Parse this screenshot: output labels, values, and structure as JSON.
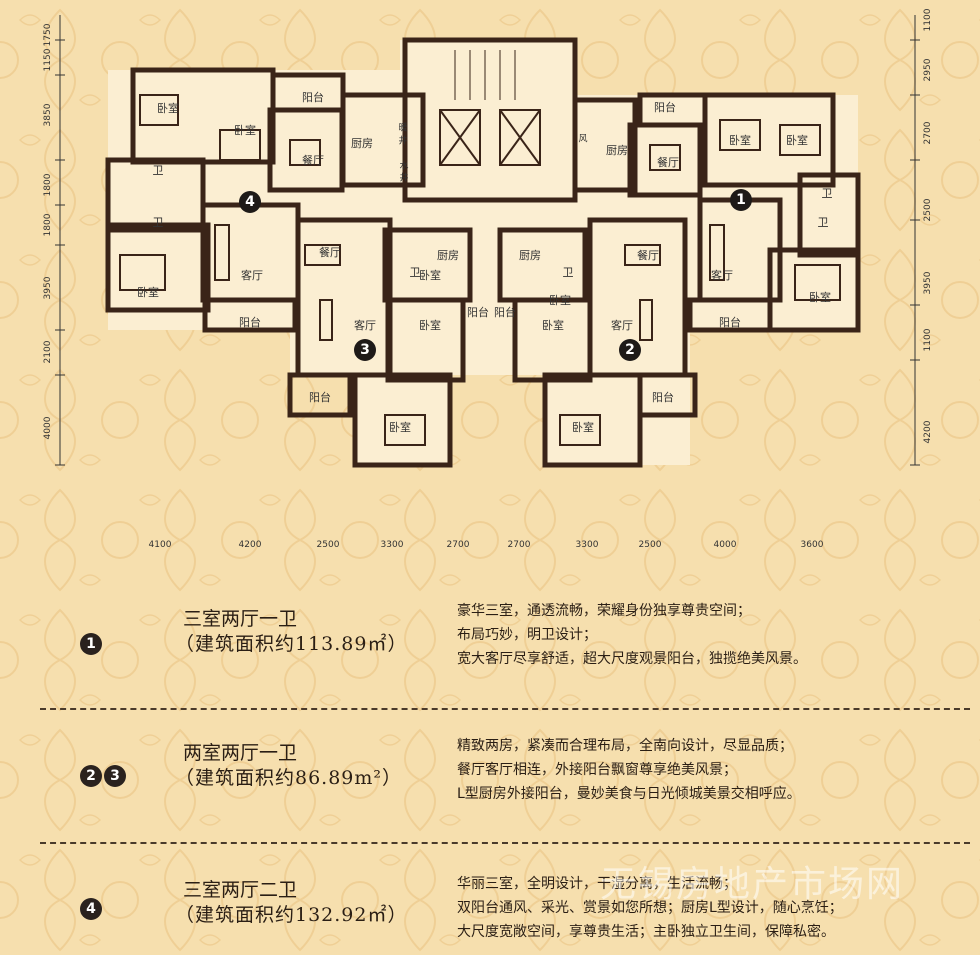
{
  "rooms": [
    {
      "id": "r1",
      "label": "卧室"
    },
    {
      "id": "r2",
      "label": "卧室"
    },
    {
      "id": "r3",
      "label": "阳台"
    },
    {
      "id": "r4",
      "label": "餐厅"
    },
    {
      "id": "r5",
      "label": "厨房"
    },
    {
      "id": "r6",
      "label": "卫"
    },
    {
      "id": "r7",
      "label": "卫"
    },
    {
      "id": "r8",
      "label": "客厅"
    },
    {
      "id": "r9",
      "label": "卧室"
    },
    {
      "id": "r10",
      "label": "阳台"
    },
    {
      "id": "r11",
      "label": "餐厅"
    },
    {
      "id": "r12",
      "label": "厨房"
    },
    {
      "id": "r13",
      "label": "卫"
    },
    {
      "id": "r14",
      "label": "客厅"
    },
    {
      "id": "r15",
      "label": "卧室"
    },
    {
      "id": "r16",
      "label": "阳台"
    },
    {
      "id": "r17",
      "label": "卧室"
    },
    {
      "id": "r18",
      "label": "厨房"
    },
    {
      "id": "r19",
      "label": "卫"
    },
    {
      "id": "r20",
      "label": "餐厅"
    },
    {
      "id": "r21",
      "label": "客厅"
    },
    {
      "id": "r22",
      "label": "卧室"
    },
    {
      "id": "r23",
      "label": "阳台"
    },
    {
      "id": "r24",
      "label": "卧室"
    },
    {
      "id": "r25",
      "label": "阳台"
    },
    {
      "id": "r26",
      "label": "餐厅"
    },
    {
      "id": "r27",
      "label": "厨房"
    },
    {
      "id": "r28",
      "label": "卧室"
    },
    {
      "id": "r29",
      "label": "卧室"
    },
    {
      "id": "r30",
      "label": "卫"
    },
    {
      "id": "r31",
      "label": "卫"
    },
    {
      "id": "r32",
      "label": "客厅"
    },
    {
      "id": "r33",
      "label": "卧室"
    },
    {
      "id": "r34",
      "label": "阳台"
    },
    {
      "id": "r35",
      "label": "卧室"
    },
    {
      "id": "r36",
      "label": "卧室"
    },
    {
      "id": "r37",
      "label": "阳台"
    },
    {
      "id": "r38",
      "label": "阳台"
    }
  ],
  "fixtures": {
    "shaft_small_a": "暖",
    "shaft_small_b": "井",
    "vent": "风",
    "water_a": "水",
    "water_b": "井"
  },
  "unit_markers": [
    "1",
    "2",
    "3",
    "4"
  ],
  "dims_bottom": [
    "4100",
    "4200",
    "2500",
    "3300",
    "2700",
    "2700",
    "3300",
    "2500",
    "4000",
    "3600"
  ],
  "dims_left": [
    "1750",
    "1150",
    "3850",
    "1800",
    "1800",
    "3950",
    "2100",
    "4000"
  ],
  "dims_right": [
    "1100",
    "2950",
    "2700",
    "2500",
    "3950",
    "1100",
    "4200"
  ],
  "units": [
    {
      "markers": [
        "1"
      ],
      "type": "三室两厅一卫",
      "area": "（建筑面积约113.89㎡）",
      "lines": [
        "豪华三室，通透流畅，荣耀身份独享尊贵空间；",
        "布局巧妙，明卫设计；",
        "宽大客厅尽享舒适，超大尺度观景阳台，独揽绝美风景。"
      ]
    },
    {
      "markers": [
        "2",
        "3"
      ],
      "type": "两室两厅一卫",
      "area": "（建筑面积约86.89m²）",
      "lines": [
        "精致两房，紧凑而合理布局，全南向设计，尽显品质；",
        "餐厅客厅相连，外接阳台飘窗尊享绝美风景；",
        "L型厨房外接阳台，曼妙美食与日光倾城美景交相呼应。"
      ]
    },
    {
      "markers": [
        "4"
      ],
      "type": "三室两厅二卫",
      "area": "（建筑面积约132.92㎡）",
      "lines": [
        "华丽三室，全明设计，干湿分离，生活流畅；",
        "双阳台通风、采光、赏景如您所想；厨房L型设计，随心烹饪；",
        "大尺度宽敞空间，享尊贵生活；主卧独立卫生间，保障私密。"
      ]
    }
  ],
  "watermark": "无锡房地产市场网",
  "colors": {
    "background": "#f6dfae",
    "wall": "#3a2418",
    "ink": "#2a1e14",
    "badge": "#1e1a18"
  }
}
